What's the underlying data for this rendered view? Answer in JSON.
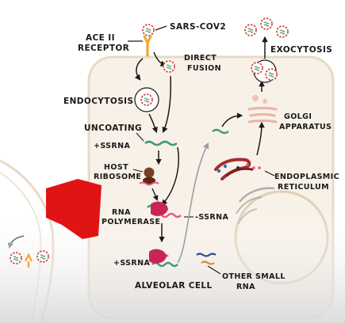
{
  "labels": {
    "virus": "SARS-COV2",
    "receptor_line1": "ACE II",
    "receptor_line2": "RECEPTOR",
    "direct_line1": "DIRECT",
    "direct_line2": "FUSION",
    "exocytosis": "EXOCYTOSIS",
    "endocytosis": "ENDOCYTOSIS",
    "uncoating": "UNCOATING",
    "ssrna_plus": "+SSRNA",
    "golgi_line1": "GOLGI",
    "golgi_line2": "APPARATUS",
    "host_line1": "HOST",
    "host_line2": "RIBOSOME",
    "er_line1": "ENDOPLASMIC",
    "er_line2": "RETICULUM",
    "rna_line1": "RNA",
    "rna_line2": "POLYMERASE",
    "ssrna_minus": "-SSRNA",
    "ssrna_plus_2": "+SSRNA",
    "alveolar": "ALVEOLAR CELL",
    "other_line1": "OTHER SMALL",
    "other_line2": "RNA"
  },
  "colors": {
    "cell_fill": "#f8f1e8",
    "cell_outline": "#e9d9c5",
    "outline": "#1a1a1a",
    "virus_red": "#d63a3a",
    "virus_green": "#4aa06a",
    "receptor": "#f2a52b",
    "rna_green": "#3e9a7a",
    "rna_pink": "#e75a84",
    "polymerase": "#c8245a",
    "ribosome": "#7a3f24",
    "er": "#a42c2c",
    "red_block": "#e01414",
    "other_rna_blue": "#2d4b8a",
    "other_rna_orange": "#e0872e"
  },
  "icons": [
    "virus-icon",
    "ace2-receptor-icon",
    "vesicle-icon",
    "ribosome-icon",
    "rna-polymerase-icon",
    "golgi-icon",
    "er-icon",
    "nucleus-icon"
  ]
}
